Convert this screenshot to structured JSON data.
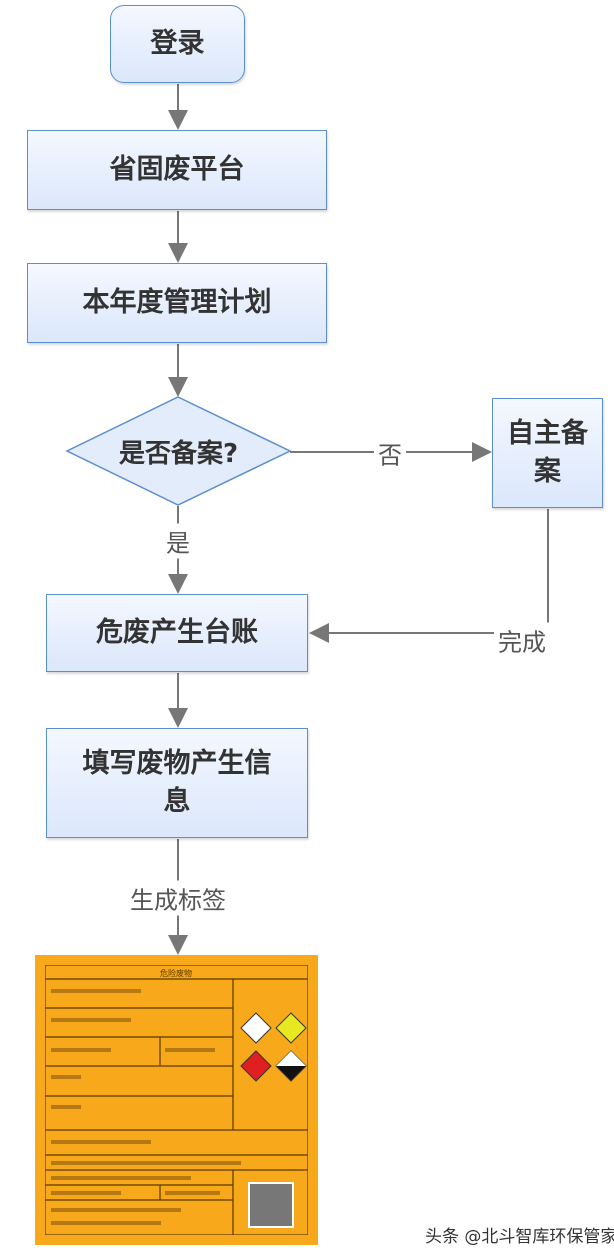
{
  "nodes": {
    "login": "登录",
    "platform": "省固废平台",
    "plan": "本年度管理计划",
    "decision": "是否备案?",
    "self_record": "自主备案",
    "ledger": "危废产生台账",
    "fill_info": "填写废物产生信息"
  },
  "edges": {
    "no": "否",
    "yes": "是",
    "done": "完成",
    "gen_label": "生成标签"
  },
  "label_image": {
    "title": "危险废物",
    "colors": {
      "background": "#f7a81b",
      "border": "#5a3a00"
    }
  },
  "watermark": "头条 @北斗智库环保管家",
  "colors": {
    "box_border": "#5b8fd0",
    "box_fill": "#dbe7fb",
    "arrow": "#777777"
  }
}
